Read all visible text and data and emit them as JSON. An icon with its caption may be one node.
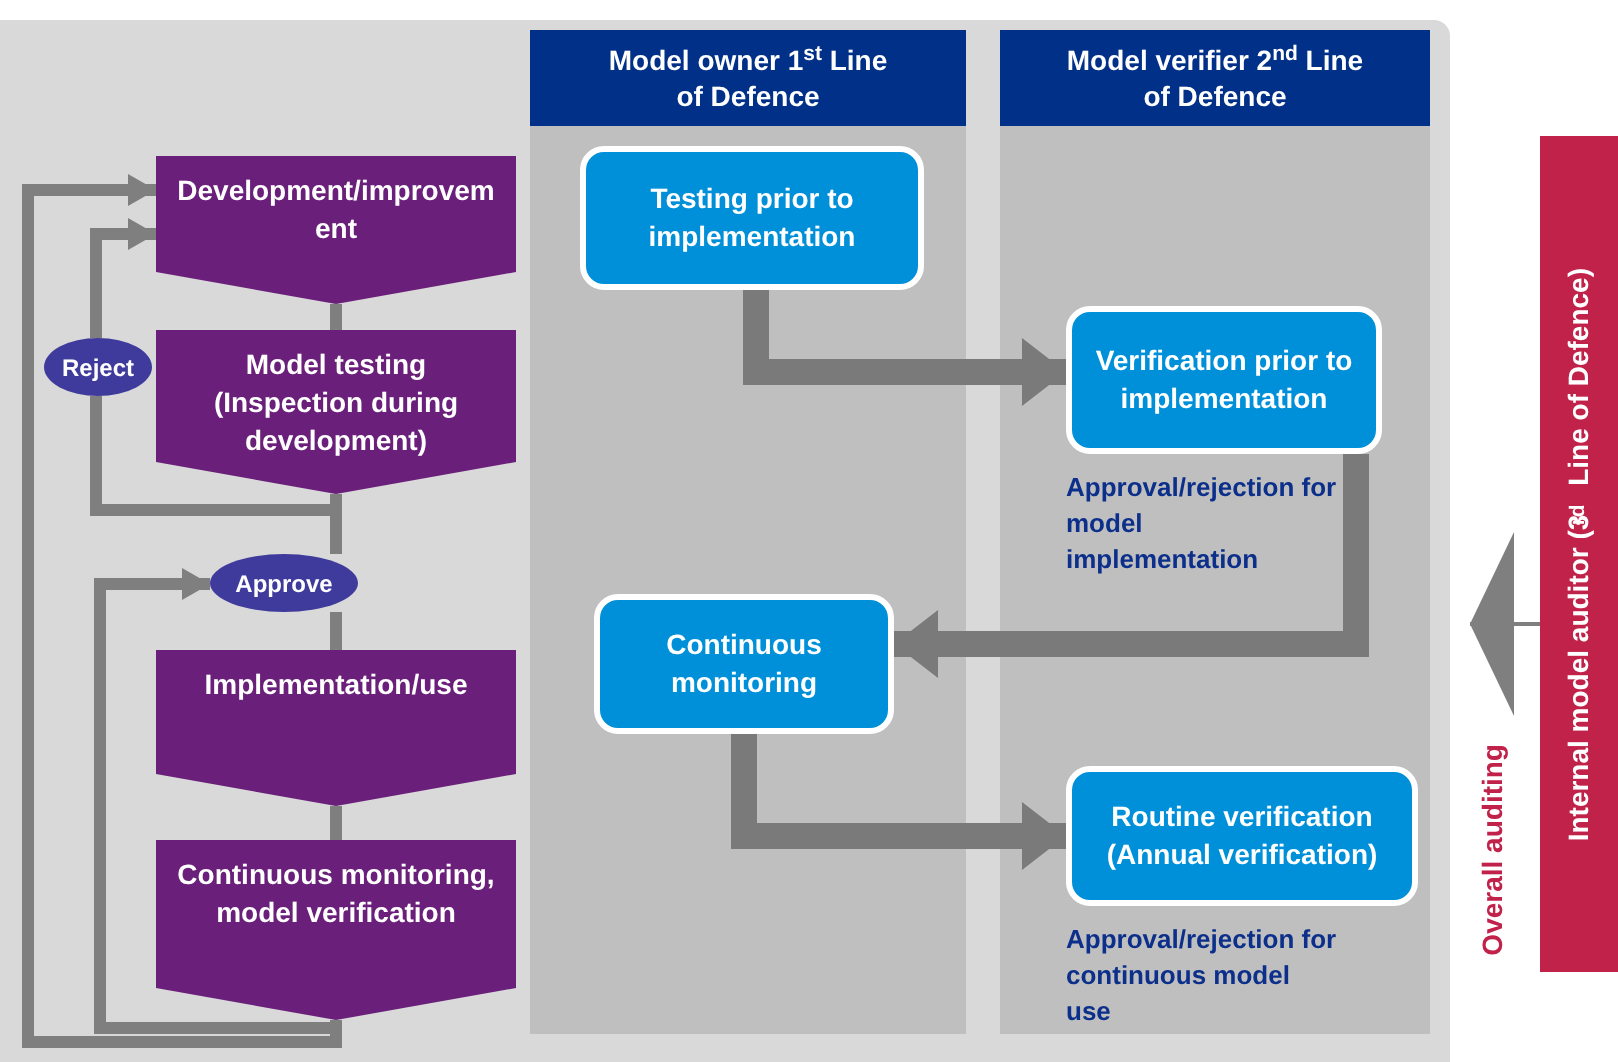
{
  "diagram": {
    "nodes": [
      {
        "text": [
          "Development/improvement"
        ]
      },
      {
        "text": [
          "Model testing (Inspection during development)"
        ]
      },
      {
        "text": [
          "Reject"
        ]
      },
      {
        "text": [
          "Approve"
        ]
      },
      {
        "text": [
          "Implementation/use"
        ]
      },
      {
        "text": [
          "Continuous monitoring, model verification"
        ]
      },
      {
        "text": [
          "Model owner 1$^{st}$ Line of Defence"
        ]
      },
      {
        "text": [
          "Testing prior to implementation"
        ],
        "in": 6
      },
      {
        "text": [
          "Continuous monitoring"
        ],
        "in": 6
      },
      {
        "text": [
          "Model verifier 2$^{nd}$ Line of Defence"
        ]
      },
      {
        "text": [
          "Verification prior to implementation"
        ],
        "in": 9,
        "beside": [
          "Approval/rejection for model implementation"
        ]
      },
      {
        "text": [
          "Routine verification (Annual verification)"
        ],
        "in": 9,
        "beside": [
          "Approval/rejection for continuous model use"
        ]
      },
      {
        "text": [
          "Internal model auditor (3$^{rd}$ Line of Defence)"
        ]
      }
    ],
    "edges": [
      {
        "from": 0,
        "to": 1,
        "arrow": "none"
      },
      {
        "from": 1,
        "to": 3,
        "arrow": "none"
      },
      {
        "from": 3,
        "to": 4,
        "arrow": "none"
      },
      {
        "from": 4,
        "to": 5,
        "arrow": "none"
      },
      {
        "from": 1,
        "to": 2,
        "arrow": "none"
      },
      {
        "from": 2,
        "to": 0,
        "arrow": "to"
      },
      {
        "from": 5,
        "to": 0,
        "arrow": "to"
      },
      {
        "from": 5,
        "to": 3,
        "arrow": "to"
      },
      {
        "from": 7,
        "to": 10,
        "arrow": "to",
        "style": "thick"
      },
      {
        "from": 10,
        "to": 8,
        "arrow": "to",
        "style": "thick"
      },
      {
        "from": 8,
        "to": 11,
        "arrow": "to",
        "style": "thick"
      },
      {
        "from": 12,
        "to": 9,
        "arrow": "to"
      }
    ],
    "labels": [
      "Overall auditing"
    ]
  }
}
